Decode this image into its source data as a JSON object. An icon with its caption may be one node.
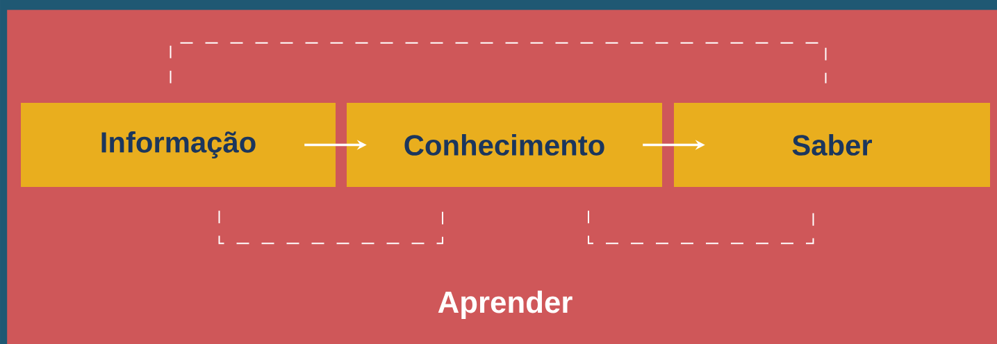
{
  "diagram": {
    "nodes": [
      {
        "text": [
          "Aprender"
        ]
      },
      {
        "text": [
          "Informação"
        ],
        "in": 0
      },
      {
        "text": [
          "Conhecimento"
        ],
        "in": 0
      },
      {
        "text": [
          "Saber"
        ],
        "in": 0
      }
    ],
    "edges": [
      {
        "from": 1,
        "to": 2,
        "arrow": "to"
      },
      {
        "from": 2,
        "to": 3,
        "arrow": "to"
      },
      {
        "from": 1,
        "to": 3,
        "arrow": "none",
        "style": "dashed"
      },
      {
        "from": 1,
        "to": 2,
        "arrow": "none",
        "style": "dashed"
      },
      {
        "from": 2,
        "to": 3,
        "arrow": "none",
        "style": "dashed"
      }
    ]
  }
}
